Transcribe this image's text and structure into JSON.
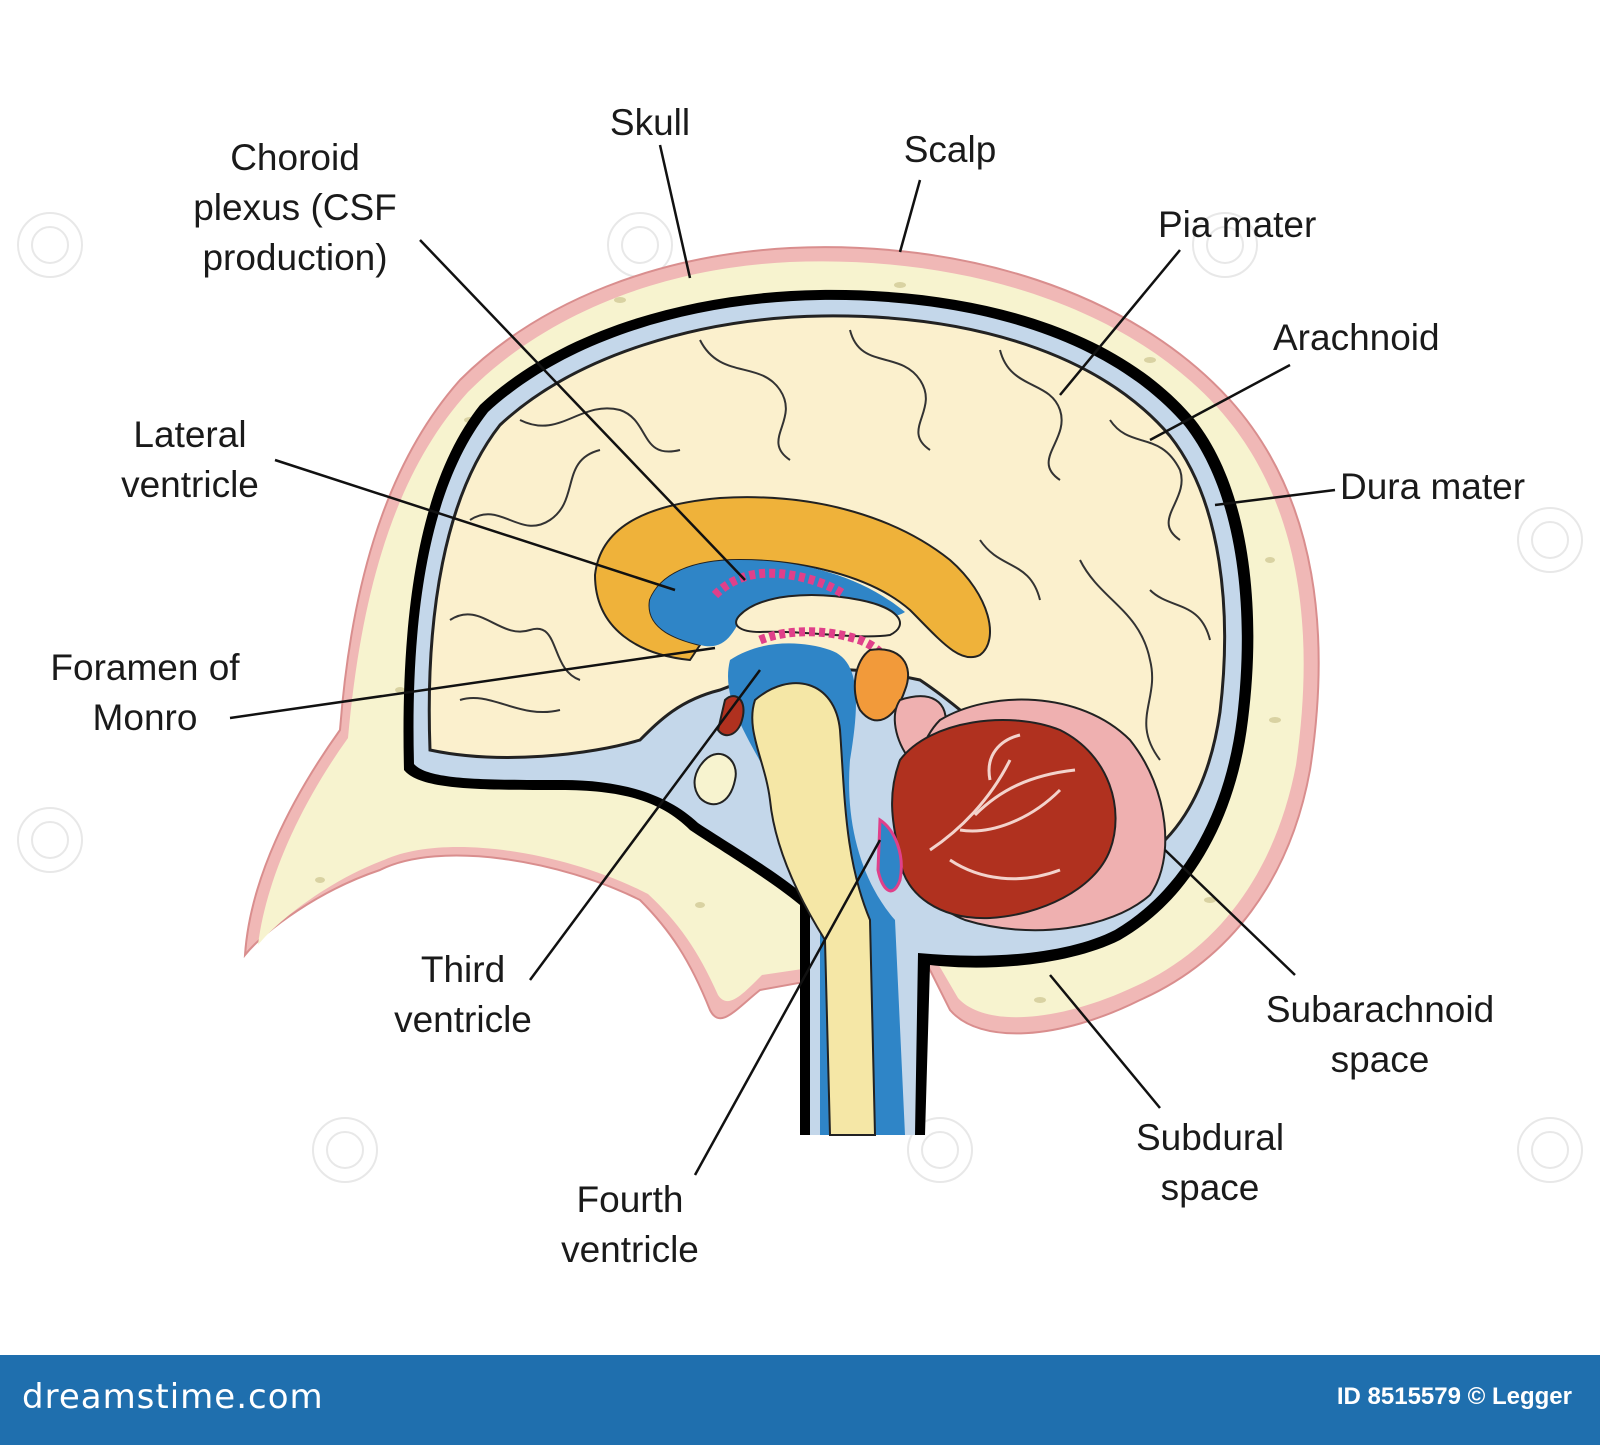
{
  "labels": {
    "skull": "Skull",
    "scalp": "Scalp",
    "choroid": [
      "Choroid",
      "plexus (CSF",
      "production)"
    ],
    "pia": "Pia mater",
    "arachnoid": "Arachnoid",
    "dura": "Dura mater",
    "lateral": [
      "Lateral",
      "ventricle"
    ],
    "monro": [
      "Foramen of",
      "Monro"
    ],
    "third": [
      "Third",
      "ventricle"
    ],
    "fourth": [
      "Fourth",
      "ventricle"
    ],
    "subarachnoid": [
      "Subarachnoid",
      "space"
    ],
    "subdural": [
      "Subdural",
      "space"
    ]
  },
  "footer": {
    "brand": "dreamstime.com",
    "credit": "ID 8515579 © Legger"
  },
  "colors": {
    "footer": "#1f6fae",
    "bone": "#f7f3cf",
    "scalp": "#e9a9a8",
    "csf": "#c4d7ea",
    "cortex": "#fbf0cd",
    "ventricle": "#2f85c7",
    "corpus_callosum": "#efb23a",
    "choroid": "#e0408a",
    "cerebellum": "#b0311f"
  }
}
